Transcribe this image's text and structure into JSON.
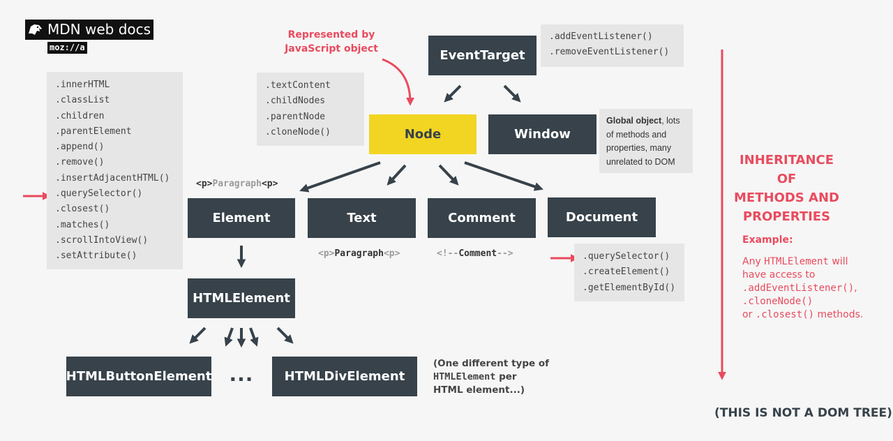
{
  "logo": {
    "brand": "MDN web docs",
    "sub": "moz://a"
  },
  "annotation": {
    "represented_line1": "Represented by",
    "represented_line2": "JavaScript object"
  },
  "nodes": {
    "eventtarget": "EventTarget",
    "node": "Node",
    "window": "Window",
    "element": "Element",
    "text": "Text",
    "comment": "Comment",
    "document": "Document",
    "htmlelement": "HTMLElement",
    "htmlbutton": "HTMLButtonElement",
    "ellipsis": "...",
    "htmldiv": "HTMLDivElement"
  },
  "eventtarget_methods": [
    ".addEventListener()",
    ".removeEventListener()"
  ],
  "node_props": [
    ".textContent",
    ".childNodes",
    ".parentNode",
    ".cloneNode()"
  ],
  "element_props": [
    ".innerHTML",
    ".classList",
    ".children",
    ".parentElement",
    ".append()",
    ".remove()",
    ".insertAdjacentHTML()",
    ".querySelector()",
    ".closest()",
    ".matches()",
    ".scrollIntoView()",
    ".setAttribute()"
  ],
  "document_methods": [
    ".querySelector()",
    ".createElement()",
    ".getElementById()"
  ],
  "window_note": {
    "bold": "Global object",
    "rest": ", lots of methods and properties, many unrelated to DOM"
  },
  "element_example": {
    "open": "<p>",
    "word": "Paragraph",
    "close": "<p>"
  },
  "text_example": {
    "open": "<p>",
    "word": "Paragraph",
    "close": "<p>"
  },
  "comment_example": {
    "open": "<!--",
    "word": "Comment",
    "close": "-->"
  },
  "html_note": {
    "line1": "(One different type of",
    "mono": "HTMLElement",
    "line2_rest": " per",
    "line3": "HTML element...)"
  },
  "sidebar": {
    "title_line1": "INHERITANCE OF",
    "title_line2": "METHODS AND",
    "title_line3": "PROPERTIES",
    "example_label": "Example:",
    "ex_any": "Any ",
    "ex_htmlelement": "HTMLElement",
    "ex_will": " will",
    "ex_line2": "have access to",
    "ex_method1": ".addEventListener()",
    "ex_comma1": ",",
    "ex_method2": ".cloneNode()",
    "ex_or": "or ",
    "ex_method3": ".closest()",
    "ex_methods": " methods."
  },
  "footer_note": "(THIS IS NOT A DOM TREE)",
  "colors": {
    "box": "#37424a",
    "node_highlight": "#f2d522",
    "accent_red": "#e94b5e",
    "panel": "#e6e6e6",
    "background": "#f6f6f6"
  }
}
